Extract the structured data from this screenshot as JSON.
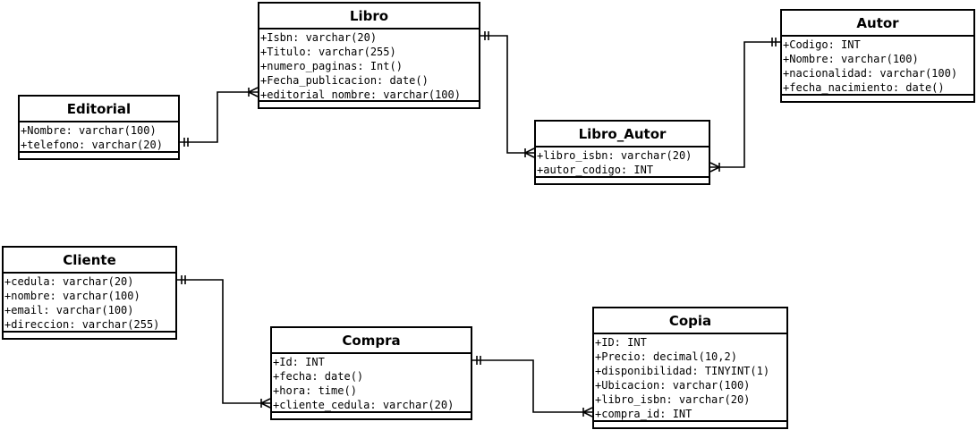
{
  "entities": {
    "libro": {
      "title": "Libro",
      "attributes": [
        "+Isbn: varchar(20)",
        "+Titulo: varchar(255)",
        "+numero_paginas: Int()",
        "+Fecha_publicacion: date()",
        "+editorial_nombre: varchar(100)"
      ]
    },
    "autor": {
      "title": "Autor",
      "attributes": [
        "+Codigo: INT",
        "+Nombre: varchar(100)",
        "+nacionalidad: varchar(100)",
        "+fecha_nacimiento: date()"
      ]
    },
    "editorial": {
      "title": "Editorial",
      "attributes": [
        "+Nombre: varchar(100)",
        "+telefono: varchar(20)"
      ]
    },
    "libro_autor": {
      "title": "Libro_Autor",
      "attributes": [
        "+libro_isbn: varchar(20)",
        "+autor_codigo: INT"
      ]
    },
    "cliente": {
      "title": "Cliente",
      "attributes": [
        "+cedula: varchar(20)",
        "+nombre: varchar(100)",
        "+email: varchar(100)",
        "+direccion: varchar(255)"
      ]
    },
    "compra": {
      "title": "Compra",
      "attributes": [
        "+Id: INT",
        "+fecha: date()",
        "+hora: time()",
        "+cliente_cedula: varchar(20)"
      ]
    },
    "copia": {
      "title": "Copia",
      "attributes": [
        "+ID: INT",
        "+Precio: decimal(10,2)",
        "+disponibilidad: TINYINT(1)",
        "+Ubicacion: varchar(100)",
        "+libro_isbn: varchar(20)",
        "+compra_id: INT"
      ]
    }
  },
  "relationships": [
    {
      "from": "editorial",
      "to": "libro",
      "from_cardinality": "one",
      "to_cardinality": "many"
    },
    {
      "from": "libro",
      "to": "libro_autor",
      "from_cardinality": "one",
      "to_cardinality": "many"
    },
    {
      "from": "autor",
      "to": "libro_autor",
      "from_cardinality": "one",
      "to_cardinality": "many"
    },
    {
      "from": "cliente",
      "to": "compra",
      "from_cardinality": "one",
      "to_cardinality": "many"
    },
    {
      "from": "compra",
      "to": "copia",
      "from_cardinality": "one",
      "to_cardinality": "many"
    }
  ]
}
